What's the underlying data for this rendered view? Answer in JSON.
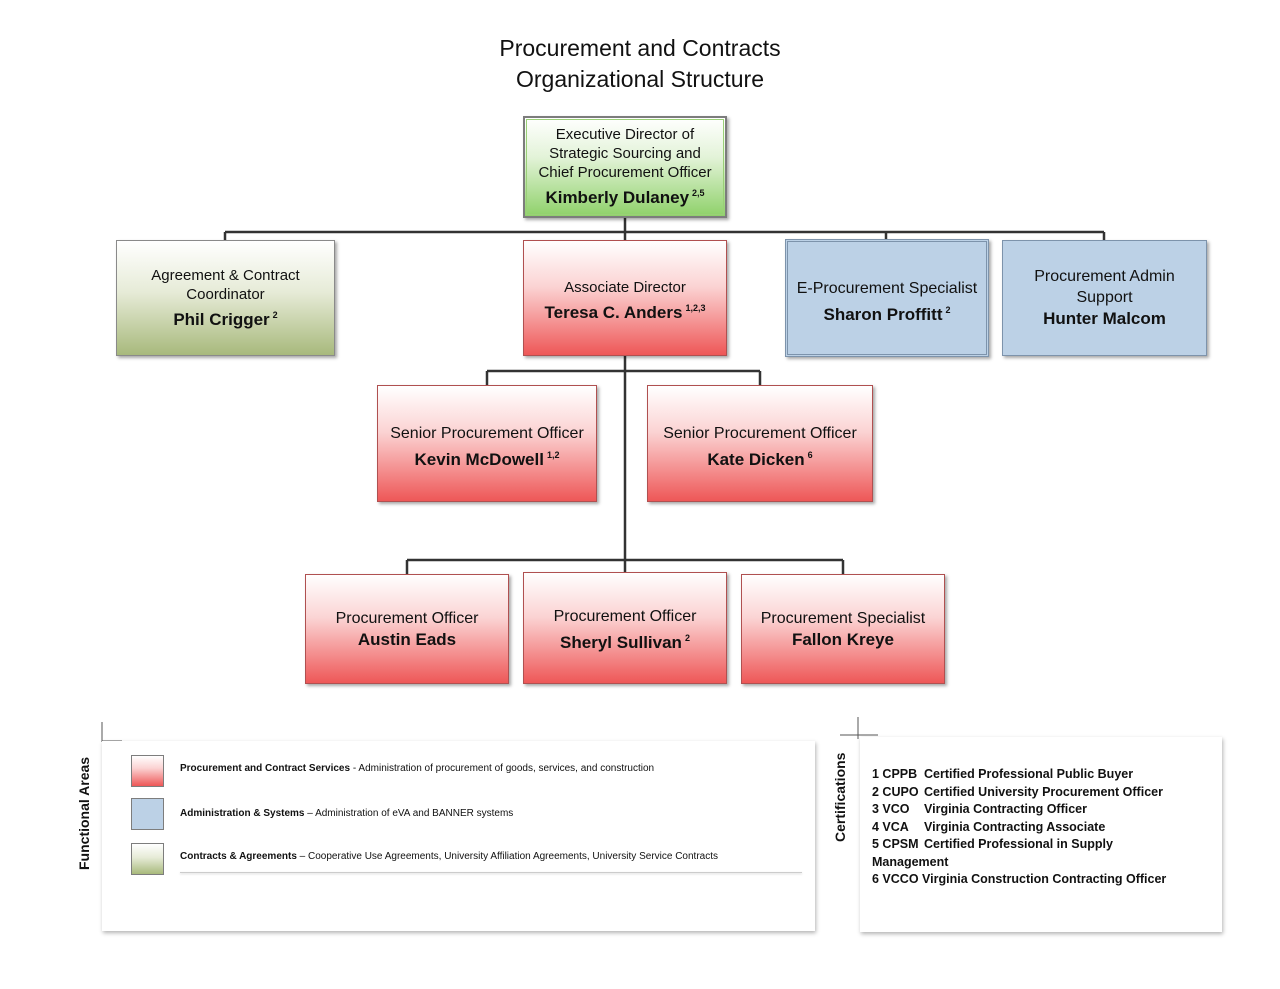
{
  "title": {
    "line1": "Procurement and Contracts",
    "line2": "Organizational Structure"
  },
  "nodes": {
    "executive": {
      "role_lines": [
        "Executive Director of",
        "Strategic Sourcing and",
        "Chief Procurement Officer"
      ],
      "name": "Kimberly Dulaney",
      "sup": "2,5"
    },
    "agreement_coordinator": {
      "role_lines": [
        "Agreement & Contract",
        "Coordinator"
      ],
      "name": "Phil Crigger",
      "sup": "2"
    },
    "associate_director": {
      "role_lines": [
        "Associate Director"
      ],
      "name": "Teresa C. Anders",
      "sup": "1,2,3"
    },
    "eprocurement": {
      "role_lines": [
        "E-Procurement Specialist"
      ],
      "name": "Sharon Proffitt",
      "sup": "2"
    },
    "admin_support": {
      "role_lines": [
        "Procurement Admin",
        "Support"
      ],
      "name": "Hunter Malcom",
      "sup": ""
    },
    "senior_1": {
      "role_lines": [
        "Senior Procurement Officer"
      ],
      "name": "Kevin McDowell",
      "sup": "1,2"
    },
    "senior_2": {
      "role_lines": [
        "Senior Procurement Officer"
      ],
      "name": "Kate Dicken",
      "sup": "6"
    },
    "officer_1": {
      "role_lines": [
        "Procurement Officer"
      ],
      "name": "Austin Eads",
      "sup": ""
    },
    "officer_2": {
      "role_lines": [
        "Procurement Officer"
      ],
      "name": "Sheryl Sullivan",
      "sup": "2"
    },
    "specialist": {
      "role_lines": [
        "Procurement Specialist"
      ],
      "name": "Fallon Kreye",
      "sup": ""
    }
  },
  "functional_areas": {
    "label": "Functional Areas",
    "items": [
      {
        "name": "Procurement and Contract Services",
        "sep": " - ",
        "desc": "Administration of procurement of goods, services, and construction",
        "color": "#ee5757"
      },
      {
        "name": "Administration & Systems",
        "sep": " – ",
        "desc": "Administration of eVA and BANNER systems",
        "color": "#bcd1e6"
      },
      {
        "name": "Contracts & Agreements",
        "sep": " – ",
        "desc": "Cooperative Use Agreements, University Affiliation Agreements, University Service Contracts",
        "color": "#a8b97c"
      }
    ]
  },
  "certifications": {
    "label": "Certifications",
    "items": [
      {
        "code": "1 CPPB",
        "text": "Certified Professional Public Buyer"
      },
      {
        "code": "2 CUPO",
        "text": "Certified University Procurement Officer"
      },
      {
        "code": "3 VCO",
        "text": "Virginia Contracting Officer"
      },
      {
        "code": "4 VCA",
        "text": "Virginia Contracting Associate"
      },
      {
        "code": "5 CPSM",
        "text": "Certified Professional in Supply Management"
      },
      {
        "code": "6 VCCO",
        "text": "Virginia Construction Contracting Officer"
      }
    ]
  }
}
